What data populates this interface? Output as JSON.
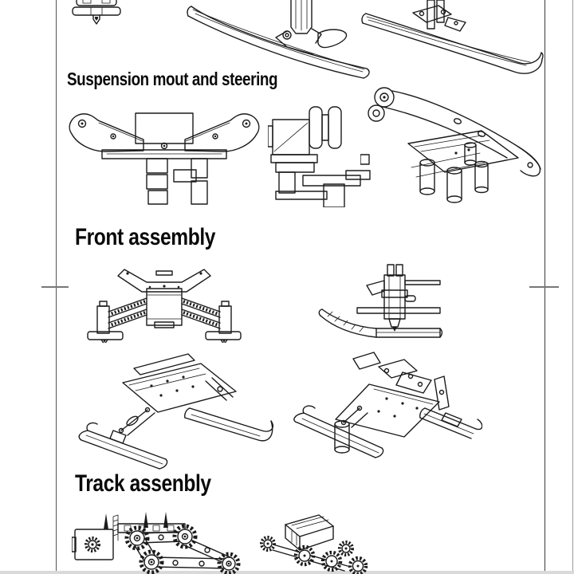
{
  "page": {
    "background": "#ffffff",
    "line_color": "#1b1b1b",
    "border_color": "#555555",
    "edge_line_color": "#999999",
    "bottom_strip_color": "#d9d9d9",
    "registration_mark_color": "#777777"
  },
  "sections": [
    {
      "title": "Suspension mout and steering"
    },
    {
      "title": "Front assembly"
    },
    {
      "title": "Track assenbly"
    }
  ]
}
